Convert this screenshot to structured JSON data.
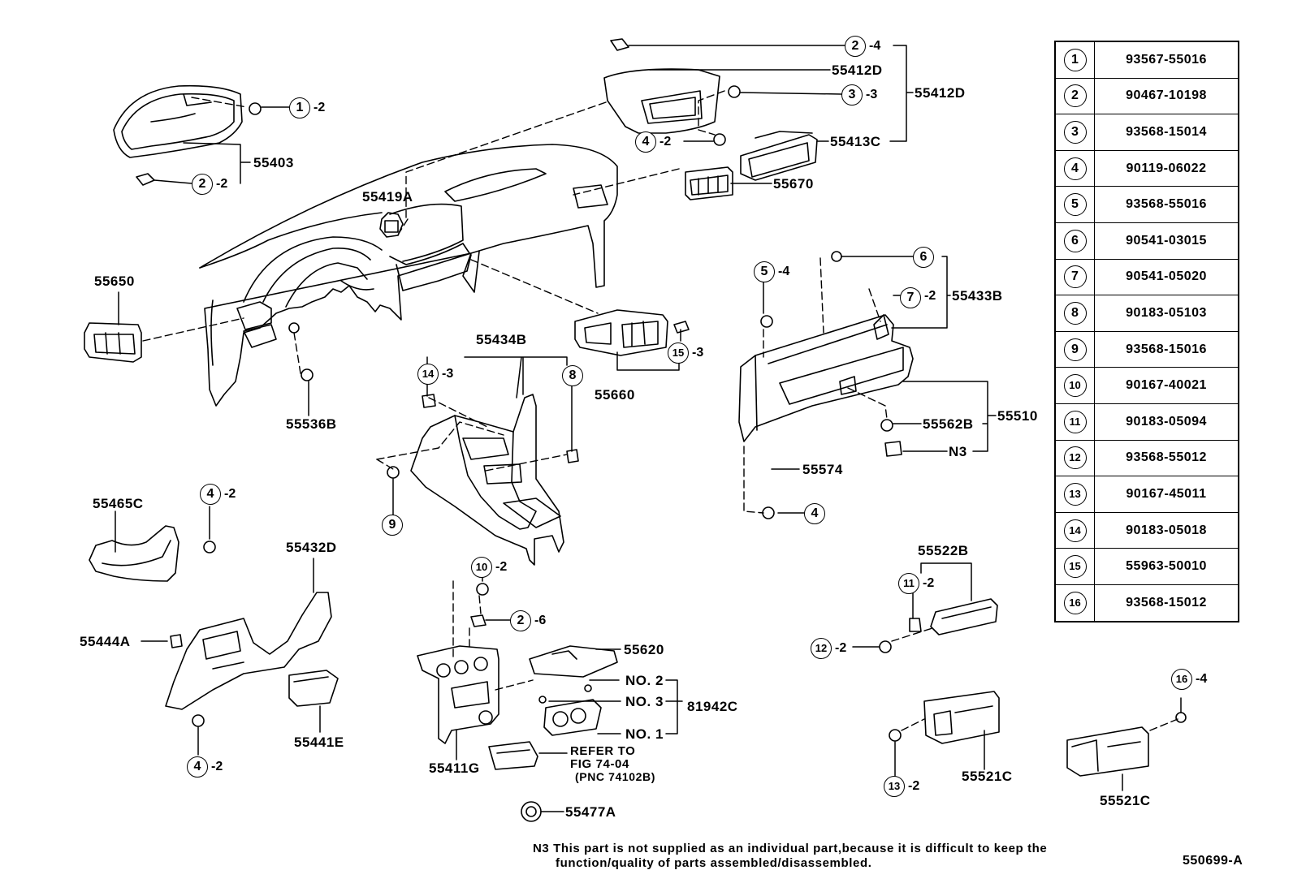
{
  "diagram_code": "550699-A",
  "callouts": {
    "c1": {
      "num": "1",
      "qty": "-2"
    },
    "c2a": {
      "num": "2",
      "qty": "-4"
    },
    "c2b": {
      "num": "2",
      "qty": "-2"
    },
    "c2c": {
      "num": "2",
      "qty": "-6"
    },
    "c3": {
      "num": "3",
      "qty": "-3"
    },
    "c4a": {
      "num": "4",
      "qty": "-2"
    },
    "c4b": {
      "num": "4",
      "qty": "-2"
    },
    "c4c": {
      "num": "4",
      "qty": "-2"
    },
    "c4d": {
      "num": "4",
      "qty": ""
    },
    "c5": {
      "num": "5",
      "qty": "-4"
    },
    "c6": {
      "num": "6",
      "qty": ""
    },
    "c7": {
      "num": "7",
      "qty": "-2"
    },
    "c8": {
      "num": "8",
      "qty": ""
    },
    "c9": {
      "num": "9",
      "qty": ""
    },
    "c10": {
      "num": "10",
      "qty": "-2"
    },
    "c11": {
      "num": "11",
      "qty": "-2"
    },
    "c12": {
      "num": "12",
      "qty": "-2"
    },
    "c13": {
      "num": "13",
      "qty": "-2"
    },
    "c14": {
      "num": "14",
      "qty": "-3"
    },
    "c15": {
      "num": "15",
      "qty": "-3"
    },
    "c16": {
      "num": "16",
      "qty": "-4"
    }
  },
  "labels": {
    "p55403": "55403",
    "p55412D_a": "55412D",
    "p55412D_b": "55412D",
    "p55413C": "55413C",
    "p55670": "55670",
    "p55419A": "55419A",
    "p55650": "55650",
    "p55536B": "55536B",
    "p55434B": "55434B",
    "p55660": "55660",
    "p55433B": "55433B",
    "p55510": "55510",
    "p55562B": "55562B",
    "pN3": "N3",
    "p55574": "55574",
    "p55465C": "55465C",
    "p55432D": "55432D",
    "p55444A": "55444A",
    "p55441E": "55441E",
    "p55620": "55620",
    "pNO2": "NO. 2",
    "pNO3": "NO. 3",
    "pNO1": "NO. 1",
    "p81942C": "81942C",
    "p55411G": "55411G",
    "refer1": "REFER TO",
    "refer2": "FIG 74-04",
    "refer3": "(PNC 74102B)",
    "p55477A": "55477A",
    "p55522B": "55522B",
    "p55521C_a": "55521C",
    "p55521C_b": "55521C"
  },
  "footnote": {
    "line1": "N3 This part is not supplied as an individual part,because it is difficult to keep the",
    "line2": "function/quality of parts assembled/disassembled."
  },
  "legend": [
    {
      "num": "1",
      "part": "93567-55016"
    },
    {
      "num": "2",
      "part": "90467-10198"
    },
    {
      "num": "3",
      "part": "93568-15014"
    },
    {
      "num": "4",
      "part": "90119-06022"
    },
    {
      "num": "5",
      "part": "93568-55016"
    },
    {
      "num": "6",
      "part": "90541-03015"
    },
    {
      "num": "7",
      "part": "90541-05020"
    },
    {
      "num": "8",
      "part": "90183-05103"
    },
    {
      "num": "9",
      "part": "93568-15016"
    },
    {
      "num": "10",
      "part": "90167-40021"
    },
    {
      "num": "11",
      "part": "90183-05094"
    },
    {
      "num": "12",
      "part": "93568-55012"
    },
    {
      "num": "13",
      "part": "90167-45011"
    },
    {
      "num": "14",
      "part": "90183-05018"
    },
    {
      "num": "15",
      "part": "55963-50010"
    },
    {
      "num": "16",
      "part": "93568-15012"
    }
  ]
}
